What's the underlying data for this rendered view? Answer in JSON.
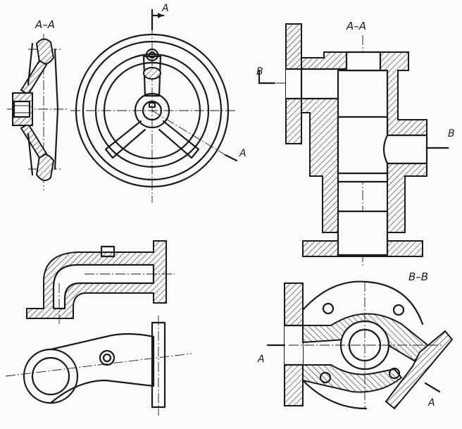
{
  "labels": {
    "wheel_section_title": "A–A",
    "wheel_cut_mark_top": "A",
    "wheel_cut_mark_bottom": "A",
    "housing_section_title": "A–A",
    "housing_cut_mark_left": "B",
    "housing_cut_mark_right": "B",
    "lower_section_title": "B–B",
    "lower_cut_mark_left": "A",
    "lower_cut_mark_right": "A"
  },
  "colors": {
    "ink": "#1a1a1a",
    "paper": "#fbfbf9"
  }
}
